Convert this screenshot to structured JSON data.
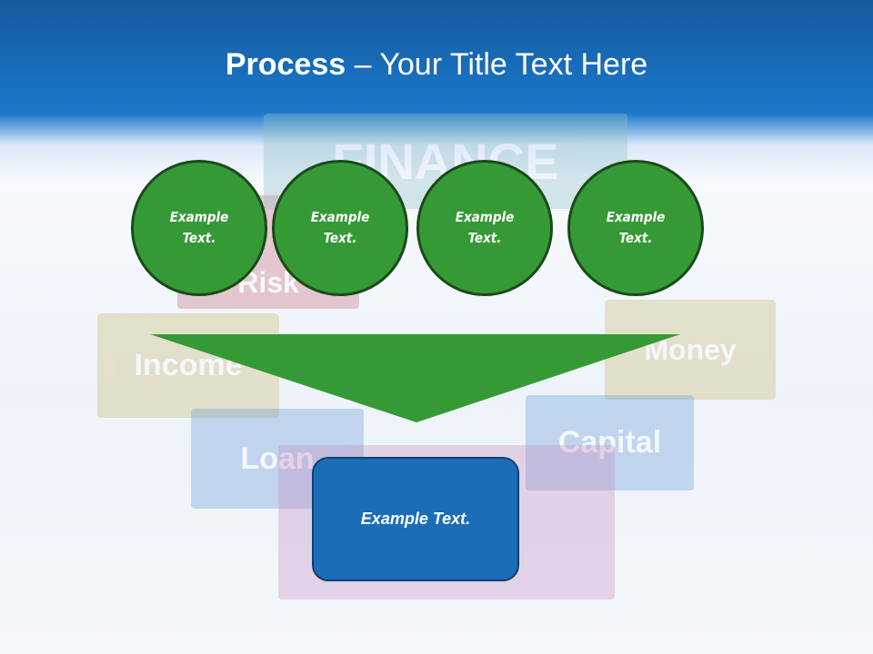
{
  "title": {
    "bold": "Process",
    "rest": " – Your Title Text Here"
  },
  "background_blocks": [
    "FINANCE",
    "Risk",
    "Income",
    "Money",
    "Loan",
    "Capital"
  ],
  "circles": [
    "Example Text.",
    "Example Text.",
    "Example Text.",
    "Example Text."
  ],
  "box": "Example Text.",
  "colors": {
    "header": "#1a72c4",
    "circle": "#359a35",
    "arrow": "#359a35",
    "box": "#1b6db8"
  }
}
